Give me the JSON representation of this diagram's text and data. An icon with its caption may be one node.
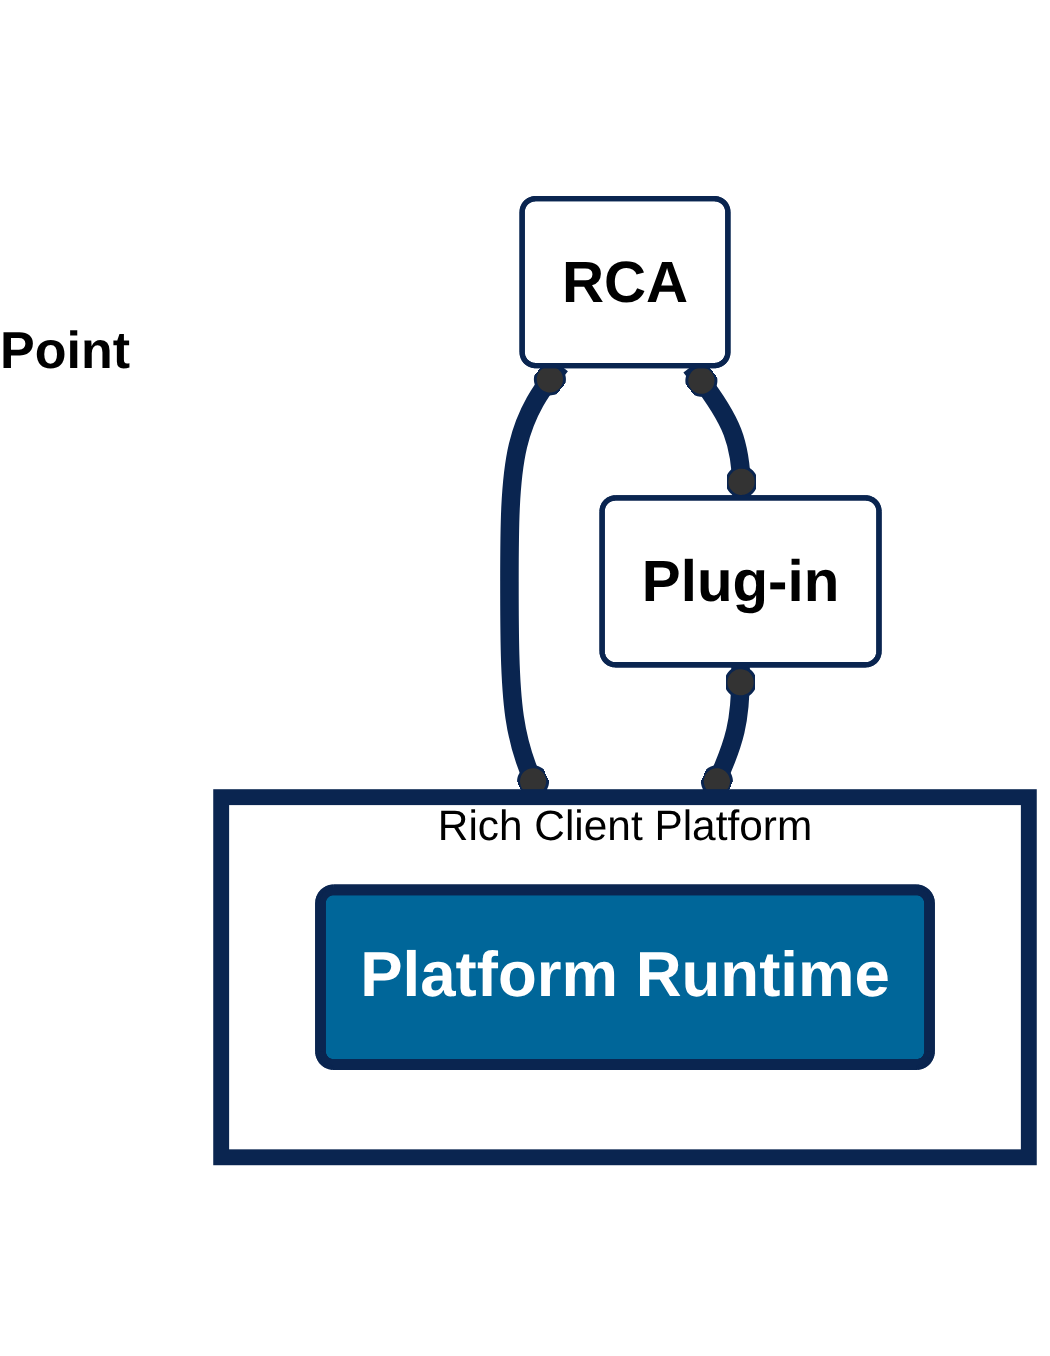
{
  "diagram": {
    "nodes": [
      {
        "text": [
          "RCA"
        ]
      },
      {
        "text": [
          "Plug-in"
        ]
      },
      {
        "text": [
          "Rich Client Platform"
        ]
      },
      {
        "text": [
          "Platform Runtime"
        ],
        "in": 2
      }
    ],
    "edges": [
      {
        "from": 0,
        "to": 2,
        "arrow": "other"
      },
      {
        "from": 0,
        "to": 1,
        "arrow": "other"
      },
      {
        "from": 1,
        "to": 2,
        "arrow": "other"
      }
    ],
    "labels": [
      "Point"
    ]
  }
}
